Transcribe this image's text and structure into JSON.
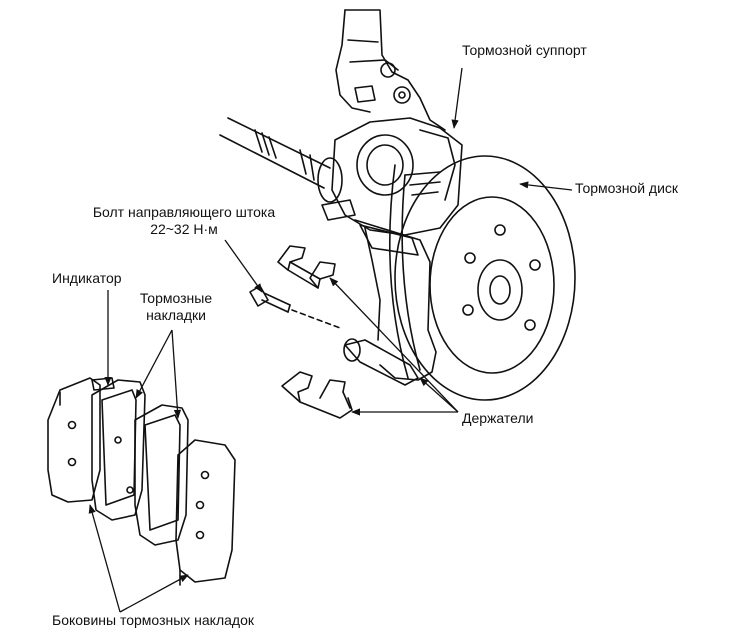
{
  "labels": {
    "caliper": "Тормозной суппорт",
    "disc": "Тормозной диск",
    "guide_bolt_line1": "Болт направляющего штока",
    "guide_bolt_line2": "22~32 Н·м",
    "indicator": "Индикатор",
    "pads_line1": "Тормозные",
    "pads_line2": "накладки",
    "holders": "Держатели",
    "shims": "Боковины тормозных накладок"
  }
}
